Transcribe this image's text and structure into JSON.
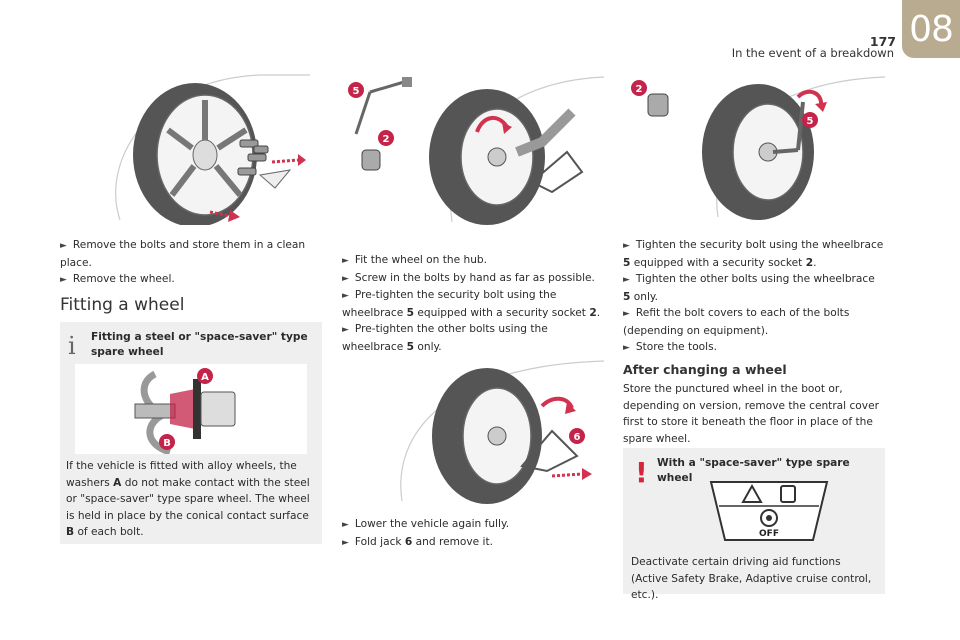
{
  "header": {
    "page_number": "177",
    "section_title": "In the event of a breakdown",
    "chapter": "08"
  },
  "col1": {
    "bullets": [
      {
        "text": "Remove the bolts and store them in a clean place."
      },
      {
        "text": "Remove the wheel."
      }
    ],
    "heading": "Fitting a wheel",
    "info": {
      "title": "Fitting a steel or \"space-saver\" type spare wheel",
      "label_a": "A",
      "label_b": "B",
      "body_1": "If the vehicle is fitted with alloy wheels, the washers ",
      "body_a": "A",
      "body_2": " do not make contact with the steel or \"space-saver\" type spare wheel. The wheel is held in place by the conical contact surface ",
      "body_b": "B",
      "body_3": " of each bolt."
    }
  },
  "col2": {
    "callout_5": "5",
    "callout_2": "2",
    "callout_6": "6",
    "b1": "Fit the wheel on the hub.",
    "b2": "Screw in the bolts by hand as far as possible.",
    "b3a": "Pre-tighten the security bolt using the wheelbrace ",
    "b3_5": "5",
    "b3b": " equipped with a security socket ",
    "b3_2": "2",
    "b3c": ".",
    "b4a": "Pre-tighten the other bolts using the wheelbrace ",
    "b4_5": "5",
    "b4b": " only.",
    "b5": "Lower the vehicle again fully.",
    "b6a": "Fold jack ",
    "b6_6": "6",
    "b6b": " and remove it."
  },
  "col3": {
    "callout_2": "2",
    "callout_5": "5",
    "b1a": "Tighten the security bolt using the wheelbrace ",
    "b1_5": "5",
    "b1b": " equipped with a security socket ",
    "b1_2": "2",
    "b1c": ".",
    "b2a": "Tighten the other bolts using the wheelbrace ",
    "b2_5": "5",
    "b2b": " only.",
    "b3": "Refit the bolt covers to each of the bolts (depending on equipment).",
    "b4": "Store the tools.",
    "heading": "After changing a wheel",
    "para": "Store the punctured wheel in the boot or, depending on version, remove the central cover first to store it beneath the floor in place of the spare wheel.",
    "warn": {
      "title": "With a \"space-saver\" type spare wheel",
      "off_label": "OFF",
      "body": "Deactivate certain driving aid functions (Active Safety Brake, Adaptive cruise control, etc.)."
    }
  },
  "colors": {
    "chapter_tab": "#b8ab90",
    "callout": "#c4234a",
    "arrow": "#d1334f",
    "warning": "#d6243a"
  }
}
